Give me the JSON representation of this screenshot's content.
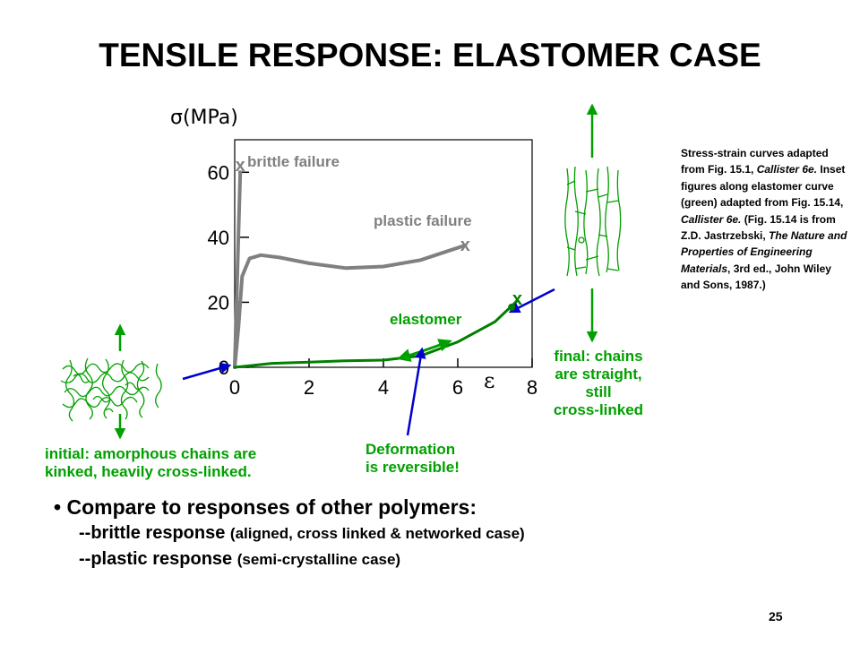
{
  "slide": {
    "title": "TENSILE RESPONSE:  ELASTOMER CASE",
    "page_number": "25"
  },
  "chart_data": {
    "type": "line",
    "ylabel": "σ(MPa)",
    "xlabel": "ε",
    "xlim": [
      0,
      8
    ],
    "ylim": [
      0,
      70
    ],
    "x_ticks": [
      "0",
      "2",
      "4",
      "6",
      "8"
    ],
    "y_ticks": [
      "0",
      "20",
      "40",
      "60"
    ],
    "series": [
      {
        "name": "brittle failure",
        "color": "#808080",
        "points": [
          [
            0,
            0
          ],
          [
            0.05,
            20
          ],
          [
            0.1,
            40
          ],
          [
            0.15,
            60
          ]
        ]
      },
      {
        "name": "plastic failure",
        "color": "#808080",
        "points": [
          [
            0,
            0
          ],
          [
            0.1,
            12
          ],
          [
            0.2,
            28
          ],
          [
            0.4,
            33.5
          ],
          [
            0.7,
            34.5
          ],
          [
            1.2,
            33.8
          ],
          [
            2,
            32
          ],
          [
            3,
            30.5
          ],
          [
            4,
            31
          ],
          [
            5,
            33
          ],
          [
            6.2,
            37.5
          ]
        ]
      },
      {
        "name": "elastomer",
        "color": "#008000",
        "points": [
          [
            0,
            0
          ],
          [
            1,
            1.2
          ],
          [
            2,
            1.6
          ],
          [
            3,
            2
          ],
          [
            4,
            2.2
          ],
          [
            5,
            3.5
          ],
          [
            6,
            7.8
          ],
          [
            7,
            14
          ],
          [
            7.6,
            20.5
          ]
        ]
      }
    ],
    "failure_markers": [
      {
        "series": "brittle failure",
        "x": 0.15,
        "y": 62,
        "symbol": "x"
      },
      {
        "series": "plastic failure",
        "x": 6.2,
        "y": 37.5,
        "symbol": "x"
      },
      {
        "series": "elastomer",
        "x": 7.6,
        "y": 21,
        "symbol": "x"
      }
    ]
  },
  "annotations": {
    "initial_caption_1": "initial:  amorphous chains are",
    "initial_caption_2": "kinked, heavily cross-linked.",
    "reversible_caption_1": "Deformation",
    "reversible_caption_2": "is reversible!",
    "final_caption_1": "final:  chains",
    "final_caption_2": "are straight,",
    "final_caption_3": "still",
    "final_caption_4": "cross-linked"
  },
  "credit": {
    "p1": "Stress-strain curves adapted from Fig. 15.1, ",
    "p1_italic": "Callister 6e.",
    "p2": " Inset figures along elastomer curve (green) adapted from Fig. 15.14, ",
    "p2_italic": "Callister 6e.",
    "p3": "  (Fig. 15.14 is from Z.D. Jastrzebski, ",
    "p3_italic": "The Nature and Properties of Engineering Materials",
    "p4": ", 3rd ed., John Wiley and Sons, 1987.)"
  },
  "bullets": {
    "main": "Compare to responses of other polymers:",
    "items": [
      {
        "lead": "--brittle response ",
        "paren": "(aligned, cross linked & networked case)"
      },
      {
        "lead": "--plastic response ",
        "paren": "(semi-crystalline case)"
      }
    ]
  },
  "colors": {
    "green": "#00a000",
    "blue": "#0000cc",
    "gray": "#808080",
    "dark_green": "#008000"
  }
}
